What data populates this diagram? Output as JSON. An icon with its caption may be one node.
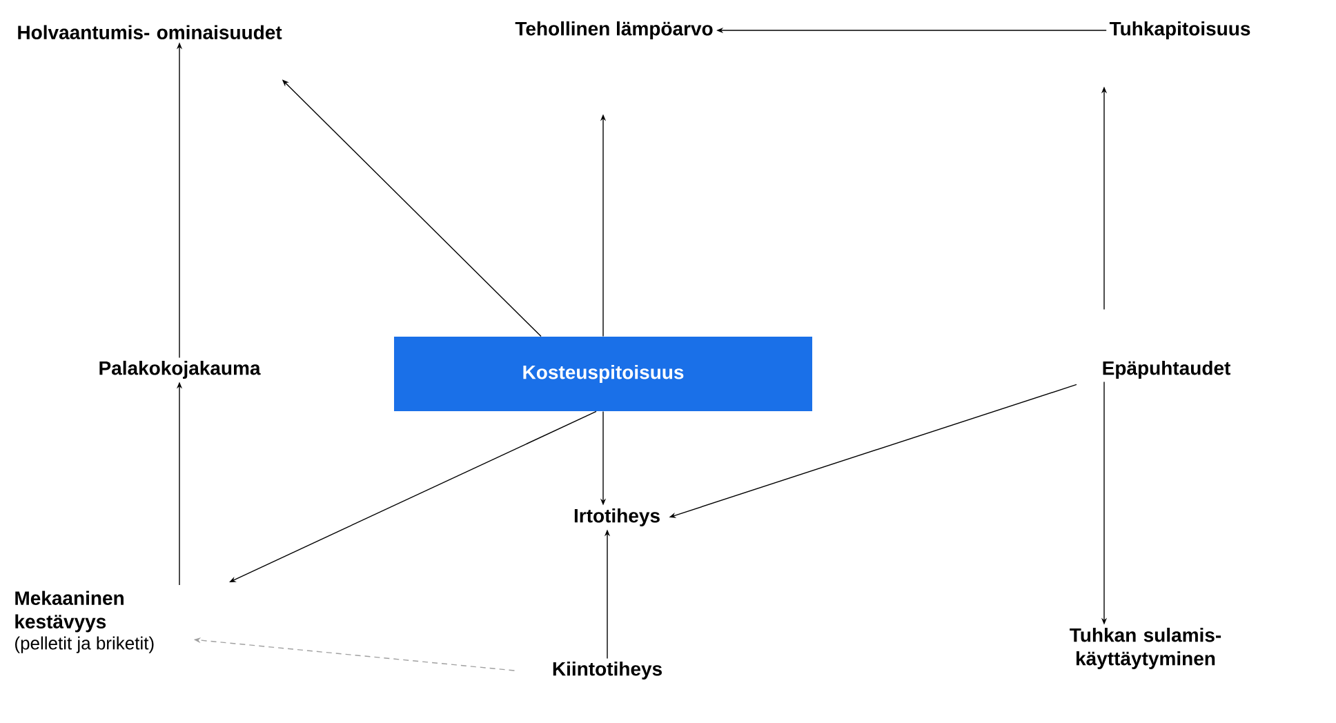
{
  "diagram": {
    "nodes": [
      {
        "text": [
          "Holvaantumis- ominaisuudet"
        ]
      },
      {
        "text": [
          "Tehollinen lämpöarvo"
        ]
      },
      {
        "text": [
          "Tuhkapitoisuus"
        ]
      },
      {
        "text": [
          "Palakokojakauma"
        ]
      },
      {
        "text": [
          "Kosteuspitoisuus"
        ]
      },
      {
        "text": [
          "Epäpuhtaudet"
        ]
      },
      {
        "text": [
          "Irtotiheys"
        ]
      },
      {
        "text": [
          "Mekaaninen kestävyys",
          "(pelletit ja briketit)"
        ]
      },
      {
        "text": [
          "Kiintotiheys"
        ]
      },
      {
        "text": [
          "Tuhkan sulamis- käyttäytyminen"
        ]
      }
    ],
    "edges": [
      {
        "from": 2,
        "to": 1,
        "arrow": "to"
      },
      {
        "from": 3,
        "to": 0,
        "arrow": "to"
      },
      {
        "from": 4,
        "to": 0,
        "arrow": "to"
      },
      {
        "from": 4,
        "to": 1,
        "arrow": "to"
      },
      {
        "from": 5,
        "to": 2,
        "arrow": "to"
      },
      {
        "from": 4,
        "to": 6,
        "arrow": "to"
      },
      {
        "from": 4,
        "to": 7,
        "arrow": "to"
      },
      {
        "from": 5,
        "to": 6,
        "arrow": "to"
      },
      {
        "from": 7,
        "to": 3,
        "arrow": "to"
      },
      {
        "from": 8,
        "to": 6,
        "arrow": "to"
      },
      {
        "from": 8,
        "to": 7,
        "arrow": "to",
        "style": "dashed",
        "color": "#a0a0a0"
      },
      {
        "from": 5,
        "to": 9,
        "arrow": "to"
      }
    ]
  }
}
